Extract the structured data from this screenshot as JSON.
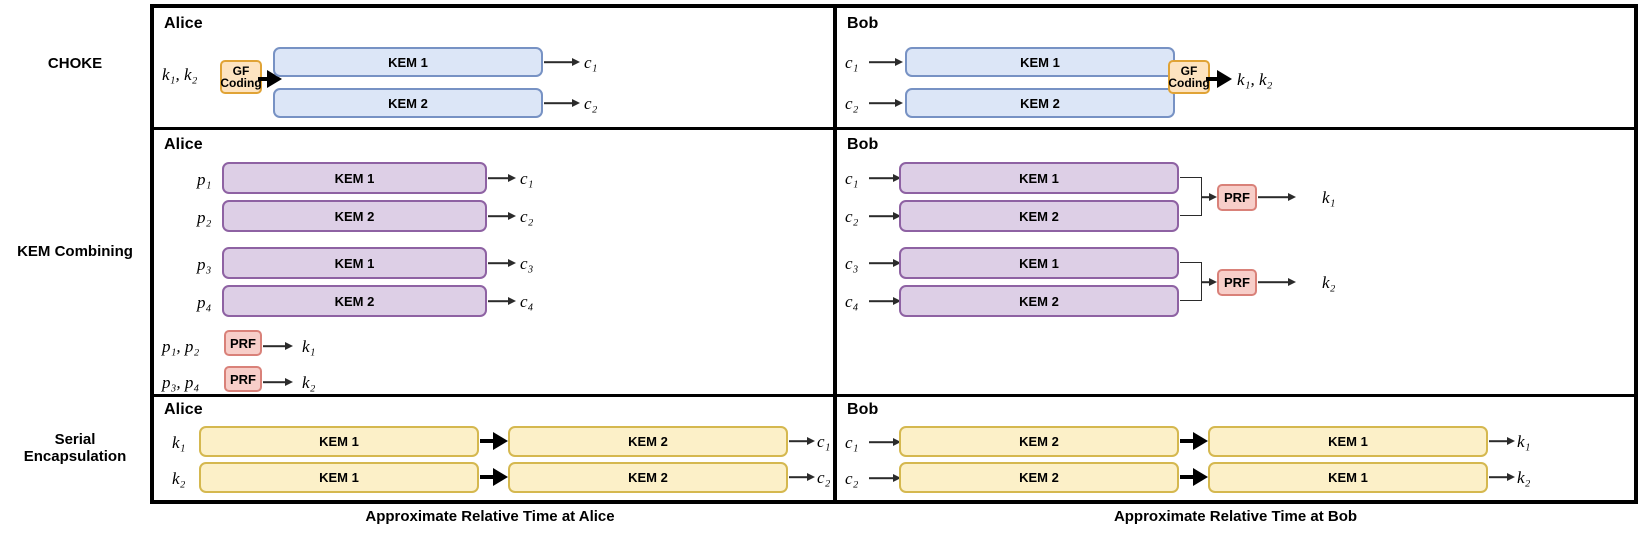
{
  "figure": {
    "rows": [
      {
        "id": "choke",
        "label": "CHOKE"
      },
      {
        "id": "kem-combining",
        "label": "KEM Combining"
      },
      {
        "id": "serial-encapsulation",
        "label_line1": "Serial",
        "label_line2": "Encapsulation"
      }
    ],
    "party_alice": "Alice",
    "party_bob": "Bob",
    "axis_alice": "Approximate Relative Time at Alice",
    "axis_bob": "Approximate Relative Time at Bob"
  },
  "labels": {
    "kem1": "KEM 1",
    "kem2": "KEM 2",
    "prf": "PRF",
    "gf_line1": "GF",
    "gf_line2": "Coding",
    "k1": "k₁",
    "k2": "k₂",
    "k1k2": "k₁, k₂",
    "c1": "c₁",
    "c2": "c₂",
    "c3": "c₃",
    "c4": "c₄",
    "p1": "p₁",
    "p2": "p₂",
    "p3": "p₃",
    "p4": "p₄",
    "p1p2": "p₁, p₂",
    "p3p4": "p₃, p₄"
  },
  "colors": {
    "choke_fill": "#dce6f7",
    "choke_stroke": "#7792c4",
    "combining_fill": "#ddcfe6",
    "combining_stroke": "#8e62a3",
    "serial_fill": "#fcf0c8",
    "serial_stroke": "#d5b84f",
    "gf_fill": "#fde3c0",
    "gf_stroke": "#e0a336",
    "prf_fill": "#f7cec9",
    "prf_stroke": "#d98179",
    "frame": "#000000",
    "background": "#ffffff"
  },
  "choke": {
    "alice": {
      "input": "k₁, k₂",
      "coder": "GF Coding",
      "boxes": [
        "KEM 1",
        "KEM 2"
      ],
      "outputs": [
        "c₁",
        "c₂"
      ]
    },
    "bob": {
      "inputs": [
        "c₁",
        "c₂"
      ],
      "boxes": [
        "KEM 1",
        "KEM 2"
      ],
      "coder": "GF Coding",
      "output": "k₁, k₂"
    }
  },
  "kem_combining": {
    "alice": {
      "rows": [
        {
          "input": "p₁",
          "box": "KEM 1",
          "output": "c₁"
        },
        {
          "input": "p₂",
          "box": "KEM 2",
          "output": "c₂"
        },
        {
          "input": "p₃",
          "box": "KEM 1",
          "output": "c₃"
        },
        {
          "input": "p₄",
          "box": "KEM 2",
          "output": "c₄"
        }
      ],
      "prf_rows": [
        {
          "input": "p₁, p₂",
          "fn": "PRF",
          "output": "k₁"
        },
        {
          "input": "p₃, p₄",
          "fn": "PRF",
          "output": "k₂"
        }
      ]
    },
    "bob": {
      "groups": [
        {
          "inputs": [
            "c₁",
            "c₂"
          ],
          "boxes": [
            "KEM 1",
            "KEM 2"
          ],
          "fn": "PRF",
          "output": "k₁"
        },
        {
          "inputs": [
            "c₃",
            "c₄"
          ],
          "boxes": [
            "KEM 1",
            "KEM 2"
          ],
          "fn": "PRF",
          "output": "k₂"
        }
      ]
    }
  },
  "serial_encapsulation": {
    "alice": {
      "rows": [
        {
          "input": "k₁",
          "first": "KEM 1",
          "second": "KEM 2",
          "output": "c₁"
        },
        {
          "input": "k₂",
          "first": "KEM 1",
          "second": "KEM 2",
          "output": "c₂"
        }
      ]
    },
    "bob": {
      "rows": [
        {
          "input": "c₁",
          "first": "KEM 2",
          "second": "KEM 1",
          "output": "k₁"
        },
        {
          "input": "c₂",
          "first": "KEM 2",
          "second": "KEM 1",
          "output": "k₂"
        }
      ]
    }
  }
}
